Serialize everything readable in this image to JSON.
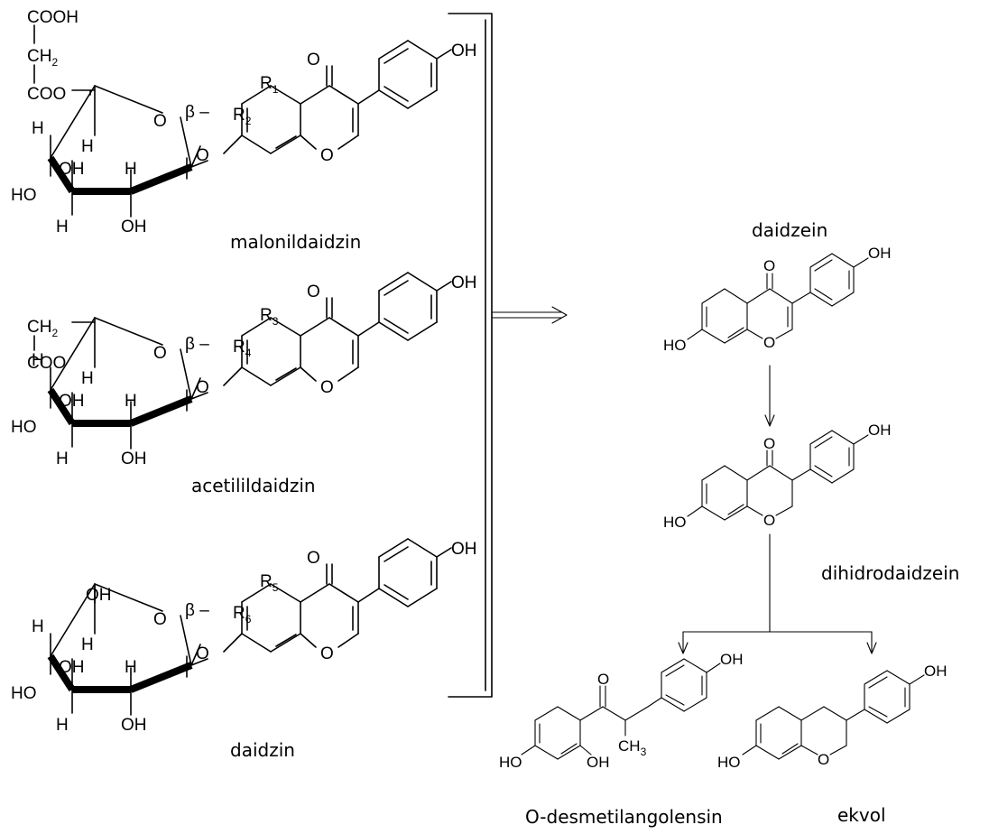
{
  "compounds": {
    "malonildaidzin": "malonildaidzin",
    "acetilildaidzin": "acetilildaidzin",
    "daidzin": "daidzin",
    "daidzein": "daidzein",
    "dihidrodaidzein": "dihidrodaidzein",
    "o_desmetilangolensin": "O-desmetilangolensin",
    "ekvol": "ekvol"
  },
  "atoms": {
    "cooh": "COOH",
    "ch": "CH",
    "coo": "COO",
    "h": "H",
    "oh": "OH",
    "ho": "HO",
    "o": "O",
    "beta": "β –",
    "r": "R",
    "ch3": "CH",
    "two": "2",
    "three": "3"
  },
  "substituents": {
    "r1": "1",
    "r2": "2",
    "r3": "3",
    "r4": "4",
    "r5": "5",
    "r6": "6"
  }
}
